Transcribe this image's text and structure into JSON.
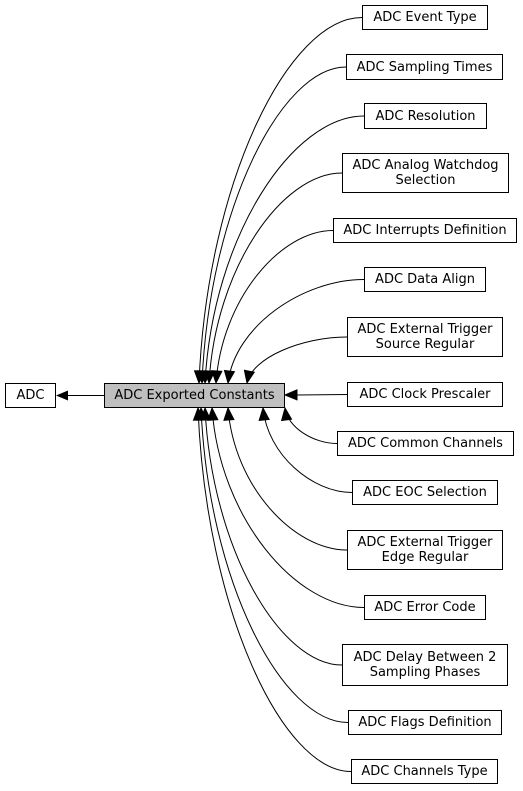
{
  "diagram": {
    "parent": {
      "label": "ADC"
    },
    "center": {
      "label": "ADC Exported Constants"
    },
    "children": [
      {
        "id": "event-type",
        "lines": [
          "ADC Event Type"
        ]
      },
      {
        "id": "sampling-times",
        "lines": [
          "ADC Sampling Times"
        ]
      },
      {
        "id": "resolution",
        "lines": [
          "ADC Resolution"
        ]
      },
      {
        "id": "analog-watchdog-selection",
        "lines": [
          "ADC Analog Watchdog",
          "Selection"
        ]
      },
      {
        "id": "interrupts-definition",
        "lines": [
          "ADC Interrupts Definition"
        ]
      },
      {
        "id": "data-align",
        "lines": [
          "ADC Data Align"
        ]
      },
      {
        "id": "external-trigger-source-regular",
        "lines": [
          "ADC External Trigger",
          "Source Regular"
        ]
      },
      {
        "id": "clock-prescaler",
        "lines": [
          "ADC Clock Prescaler"
        ]
      },
      {
        "id": "common-channels",
        "lines": [
          "ADC Common Channels"
        ]
      },
      {
        "id": "eoc-selection",
        "lines": [
          "ADC EOC Selection"
        ]
      },
      {
        "id": "external-trigger-edge-regular",
        "lines": [
          "ADC External Trigger",
          "Edge Regular"
        ]
      },
      {
        "id": "error-code",
        "lines": [
          "ADC Error Code"
        ]
      },
      {
        "id": "delay-between-2-sampling-phases",
        "lines": [
          "ADC Delay Between 2",
          "Sampling Phases"
        ]
      },
      {
        "id": "flags-definition",
        "lines": [
          "ADC Flags Definition"
        ]
      },
      {
        "id": "channels-type",
        "lines": [
          "ADC Channels Type"
        ]
      }
    ]
  }
}
